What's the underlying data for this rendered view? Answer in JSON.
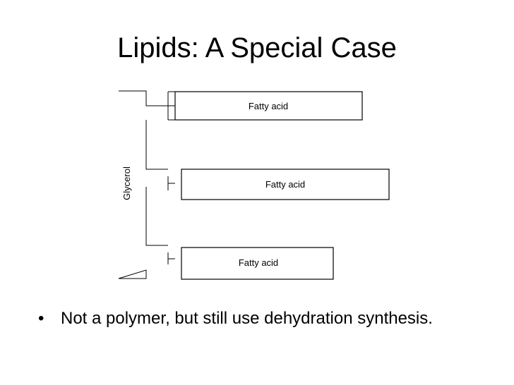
{
  "slide": {
    "title": "Lipids: A Special Case"
  },
  "diagram": {
    "glycerol_label": "Glycerol",
    "fatty_acids": [
      {
        "label": "Fatty acid"
      },
      {
        "label": "Fatty acid"
      },
      {
        "label": "Fatty acid"
      }
    ]
  },
  "bullets": [
    {
      "text": "Not a polymer, but still use dehydration synthesis."
    }
  ]
}
